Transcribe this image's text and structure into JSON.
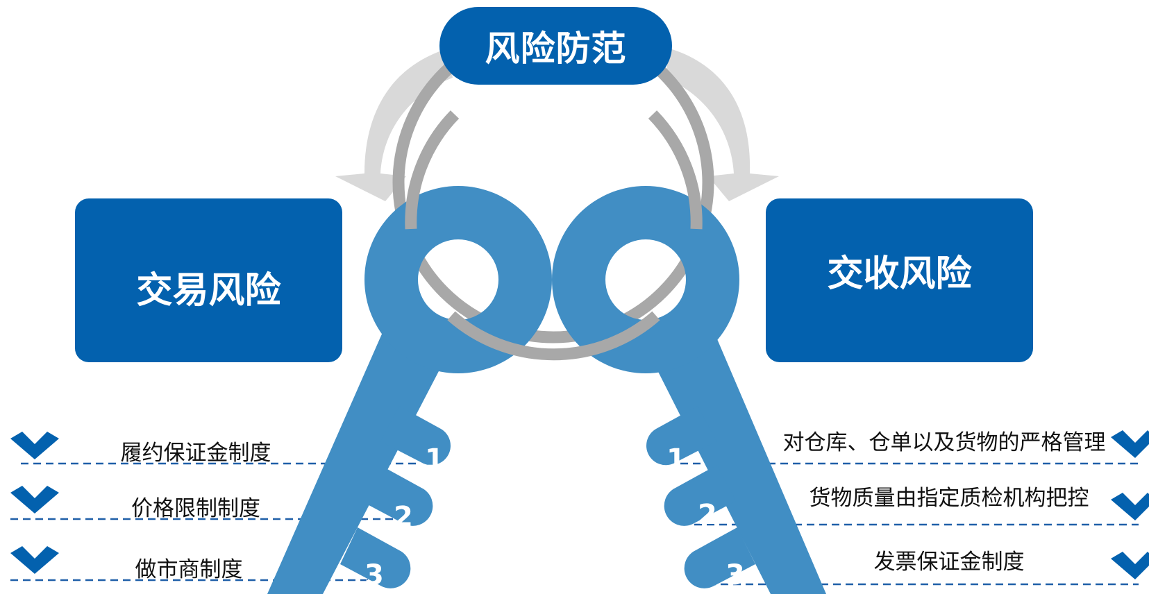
{
  "center": {
    "title": "风险防范"
  },
  "left_box": {
    "title": "交易风险"
  },
  "right_box": {
    "title": "交收风险"
  },
  "left_measures": [
    "履约保证金制度",
    "价格限制制度",
    "做市商制度"
  ],
  "right_measures": [
    "对仓库、仓单以及货物的严格管理",
    "货物质量由指定质检机构把控",
    "发票保证金制度"
  ],
  "key_numbers": [
    "1",
    "2",
    "3"
  ],
  "colors": {
    "box_blue": "#0361ae",
    "key_blue": "#418ec4",
    "ring_gray": "#a8a8a8",
    "arrow_gray": "#d9d9d9",
    "dash_blue": "#1f5fa8"
  },
  "icons": {
    "bullet": "chevron-down-icon"
  }
}
